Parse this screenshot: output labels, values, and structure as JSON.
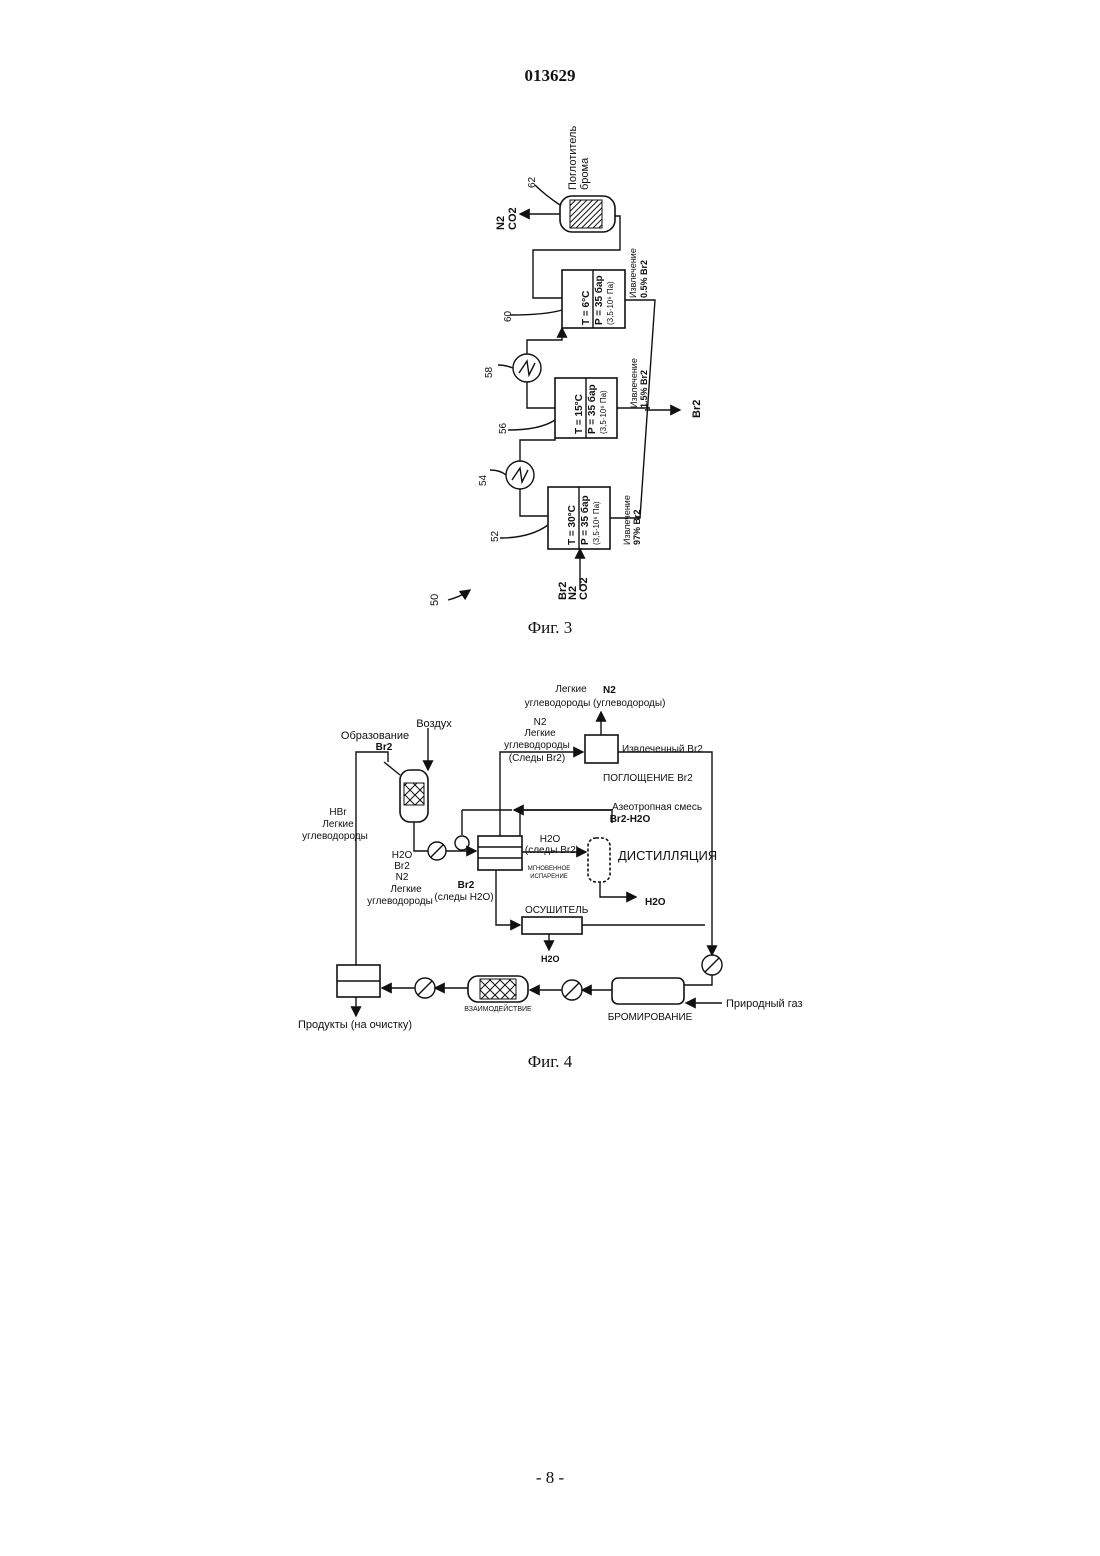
{
  "header": {
    "doc_number": "013629"
  },
  "figure3": {
    "caption": "Фиг. 3",
    "system_ref": "50",
    "inlet": [
      "Br2",
      "N2",
      "CO2"
    ],
    "outlet_top": [
      "N2",
      "CO2"
    ],
    "outlet_br2": "Br2",
    "stages": [
      {
        "ref": "52",
        "temp": "T = 30°C",
        "pressure": "P = 35 бар",
        "pa": "(3,5·10⁶ Па)",
        "recovery_label": "Извлечение",
        "recovery_value": "97% Br2"
      },
      {
        "ref": "56",
        "temp": "T = 15°C",
        "pressure": "P = 35 бар",
        "pa": "(3,5·10⁶ Па)",
        "recovery_label": "Извлечение",
        "recovery_value": "1.5% Br2"
      },
      {
        "ref": "60",
        "temp": "T = 6°C",
        "pressure": "P = 35 бар",
        "pa": "(3,5·10⁶ Па)",
        "recovery_label": "Извлечение",
        "recovery_value": "0.5% Br2"
      }
    ],
    "exchangers": [
      {
        "ref": "54"
      },
      {
        "ref": "58"
      }
    ],
    "absorber": {
      "ref": "62",
      "label_line1": "Поглотитель",
      "label_line2": "брома"
    }
  },
  "figure4": {
    "caption": "Фиг. 4",
    "top_light_hc_1": "Легкие",
    "top_light_hc_2": "углеводороды (углеводороды)",
    "top_n2": "N2",
    "absorber_in_1": "N2",
    "absorber_in_2": "Легкие",
    "absorber_in_3": "углеводороды",
    "absorber_in_4": "(Следы Br2)",
    "extracted_br2": "Извлеченный Br2",
    "absorption": "ПОГЛОЩЕНИЕ Br2",
    "formation_1": "Образование",
    "formation_2": "Br2",
    "air": "Воздух",
    "azeotrope_1": "Азеотропная смесь",
    "azeotrope_2": "Br2-H2O",
    "hbr_1": "HBr",
    "hbr_2": "Легкие",
    "hbr_3": "углеводороды",
    "h2o_traces_1": "H2O",
    "h2o_traces_2": "(следы Br2)",
    "distillation": "ДИСТИЛЛЯЦИЯ",
    "reactor_out": [
      "H2O",
      "Br2",
      "N2",
      "Легкие",
      "углеводороды"
    ],
    "flash_1": "МГНОВЕННОЕ",
    "flash_2": "ИСПАРЕНИЕ",
    "br2_h2o_1": "Br2",
    "br2_h2o_2": "(следы H2O)",
    "h2o_dist": "H2O",
    "dryer": "ОСУШИТЕЛЬ",
    "h2o_dryer": "H2O",
    "interaction": "ВЗАИМОДЕЙСТВИЕ",
    "bromination": "БРОМИРОВАНИЕ",
    "natural_gas": "Природный газ",
    "products": "Продукты (на очистку)"
  },
  "footer": {
    "page": "- 8 -"
  }
}
